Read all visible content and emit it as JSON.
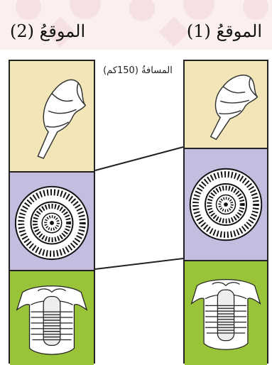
{
  "site_left": {
    "label": "الموقعُ (2)"
  },
  "site_right": {
    "label": "الموقعُ (1)"
  },
  "distance_label": "المسافةُ (150كم)",
  "colors": {
    "shell_bg": "#f2e6b8",
    "ammonite_bg": "#c4bde0",
    "trilobite_bg": "#99c43a",
    "pattern": "#f2d9d9"
  },
  "layers": [
    {
      "fossil": "shell-icon"
    },
    {
      "fossil": "ammonite-icon"
    },
    {
      "fossil": "trilobite-icon"
    }
  ]
}
